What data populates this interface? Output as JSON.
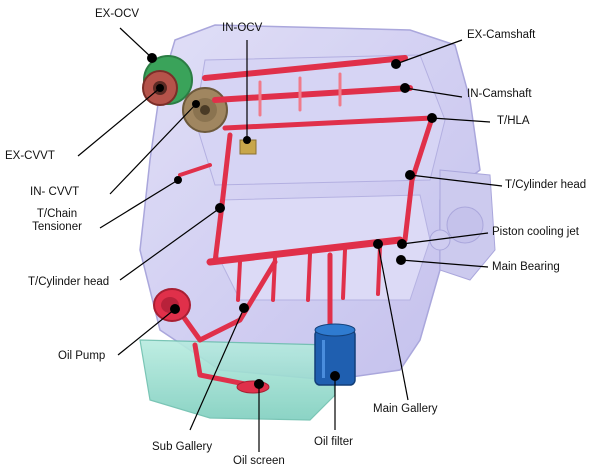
{
  "colors": {
    "block": "#c9c6ee",
    "block_edge": "#9c98d6",
    "oil_pan": "#9fe0d2",
    "oil_line": "#e0304a",
    "oil_line_light": "#f07a8a",
    "filter": "#1f5fb0",
    "leader": "#000000",
    "dot": "#000000"
  },
  "labels": {
    "ex_ocv": "EX-OCV",
    "in_ocv": "IN-OCV",
    "ex_camshaft": "EX-Camshaft",
    "in_camshaft": "IN-Camshaft",
    "t_hla": "T/HLA",
    "ex_cvvt": "EX-CVVT",
    "in_cvvt": "IN- CVVT",
    "t_cylinder_head_right": "T/Cylinder head",
    "t_chain_tensioner_line1": "T/Chain",
    "t_chain_tensioner_line2": "Tensioner",
    "piston_cooling_jet": "Piston cooling jet",
    "t_cylinder_head_left": "T/Cylinder head",
    "main_bearing": "Main Bearing",
    "oil_pump": "Oil Pump",
    "main_gallery": "Main Gallery",
    "sub_gallery": "Sub Gallery",
    "oil_filter": "Oil filter",
    "oil_screen": "Oil screen"
  }
}
